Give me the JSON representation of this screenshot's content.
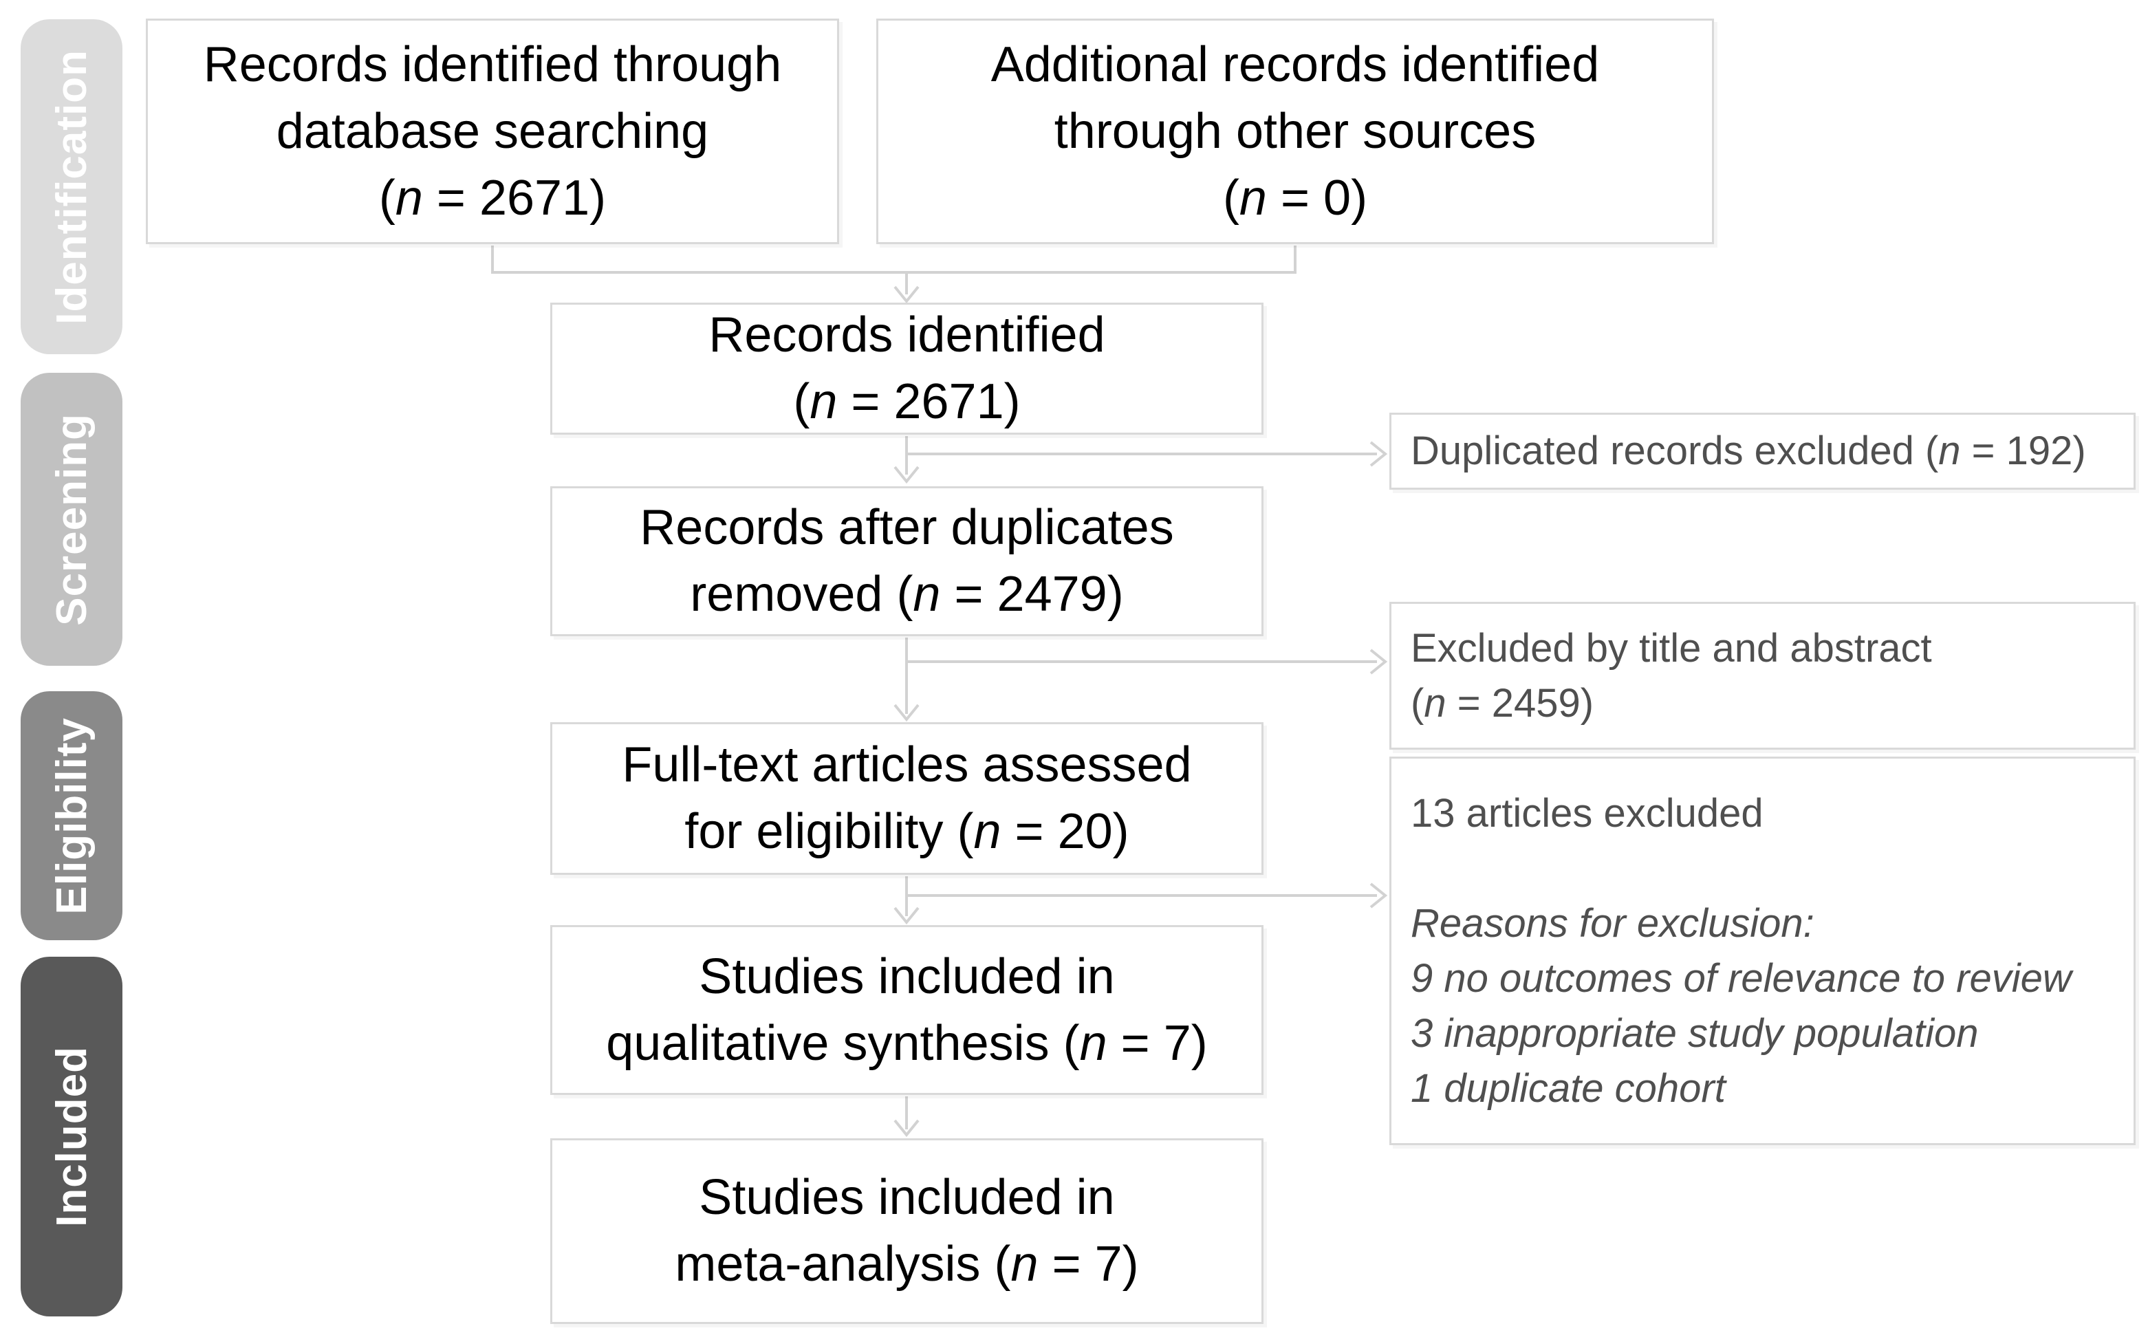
{
  "diagram": {
    "kind": "prisma-flow",
    "colors": {
      "box_border": "#d9d9d9",
      "connector": "#d2d2d2",
      "main_text": "#000000",
      "side_text": "#4f4f4f",
      "stage_text": "#ffffff"
    },
    "sidebar": {
      "stages": [
        {
          "label": "Identification",
          "bg": "#dcdcdc"
        },
        {
          "label": "Screening",
          "bg": "#c1c1c1"
        },
        {
          "label": "Eligibility",
          "bg": "#8a8a8a"
        },
        {
          "label": "Included",
          "bg": "#595959"
        }
      ]
    },
    "flow_boxes": [
      {
        "key": "records-db",
        "lines": [
          "Records identified through",
          "database searching",
          "(n = 2671)"
        ]
      },
      {
        "key": "additional",
        "lines": [
          "Additional records identified",
          "through other sources",
          "(n = 0)"
        ]
      },
      {
        "key": "identified",
        "lines": [
          "Records identified",
          "(n = 2671)"
        ]
      },
      {
        "key": "after-dup",
        "lines": [
          "Records after duplicates",
          "removed (n = 2479)"
        ]
      },
      {
        "key": "fulltext",
        "lines": [
          "Full-text articles assessed",
          "for eligibility (n = 20)"
        ]
      },
      {
        "key": "qualitative",
        "lines": [
          "Studies included in",
          "qualitative synthesis (n = 7)"
        ]
      },
      {
        "key": "meta",
        "lines": [
          "Studies included in",
          "meta-analysis (n = 7)"
        ]
      }
    ],
    "exclusion_boxes": [
      {
        "key": "duplicated",
        "lines": [
          {
            "text": "Duplicated records excluded (n = 192)",
            "italic": false
          }
        ]
      },
      {
        "key": "title-abstract",
        "lines": [
          {
            "text": "Excluded by title and abstract",
            "italic": false
          },
          {
            "text": "(n = 2459)",
            "italic": false
          }
        ]
      },
      {
        "key": "articles-excluded",
        "lines": [
          {
            "text": "13 articles excluded",
            "italic": false
          },
          {
            "text": "",
            "italic": false
          },
          {
            "text": "Reasons for exclusion:",
            "italic": true
          },
          {
            "text": "9 no outcomes of relevance to review",
            "italic": true
          },
          {
            "text": "3 inappropriate study population",
            "italic": true
          },
          {
            "text": "1 duplicate cohort",
            "italic": true
          }
        ]
      }
    ]
  }
}
